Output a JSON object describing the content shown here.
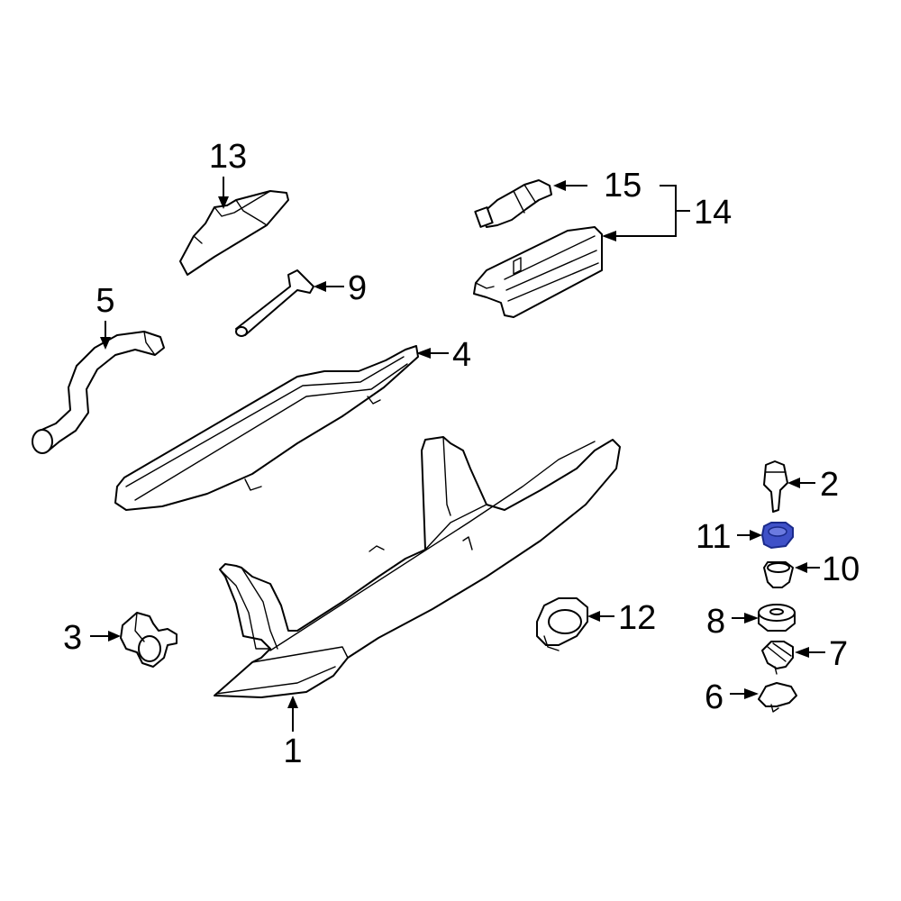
{
  "callouts": {
    "c1": "1",
    "c2": "2",
    "c3": "3",
    "c4": "4",
    "c5": "5",
    "c6": "6",
    "c7": "7",
    "c8": "8",
    "c9": "9",
    "c10": "10",
    "c11": "11",
    "c12": "12",
    "c13": "13",
    "c14": "14",
    "c15": "15"
  },
  "colors": {
    "line": "#000000",
    "background": "#ffffff",
    "highlight_fill": "#3f51c8",
    "highlight_stroke": "#1a2a8a"
  },
  "highlighted_part": "11"
}
